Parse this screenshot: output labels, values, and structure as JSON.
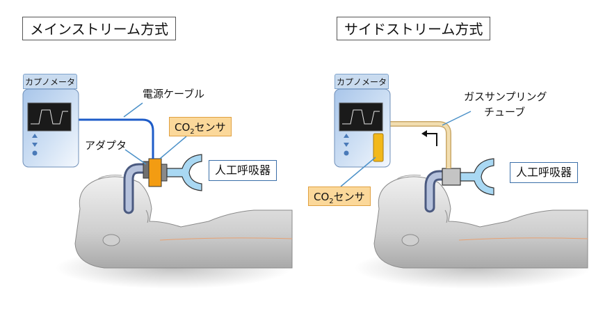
{
  "left": {
    "title": "メインストリーム方式",
    "capnometer_label": "カプノメータ",
    "cable_label": "電源ケーブル",
    "adapter_label": "アダプタ",
    "sensor_label_prefix": "CO",
    "sensor_label_sub": "2",
    "sensor_label_suffix": "センサ",
    "ventilator_label": "人工呼吸器"
  },
  "right": {
    "title": "サイドストリーム方式",
    "capnometer_label": "カプノメータ",
    "tube_label_line1": "ガスサンプリング",
    "tube_label_line2": "チューブ",
    "sensor_label_prefix": "CO",
    "sensor_label_sub": "2",
    "sensor_label_suffix": "センサ",
    "ventilator_label": "人工呼吸器"
  },
  "colors": {
    "monitor_body": "#b9d2ee",
    "monitor_screen": "#1a1a1a",
    "cable": "#1e5cc8",
    "sensor": "#f39c12",
    "sampling_tube": "#f2deb0",
    "airway": "#6e7fa5",
    "ventilator_wye": "#a9d8f3",
    "patient": "#d8d8d8"
  },
  "icons": [
    "up-triangle-icon",
    "down-triangle-icon",
    "circle-button-icon",
    "arrow-flow-icon"
  ]
}
